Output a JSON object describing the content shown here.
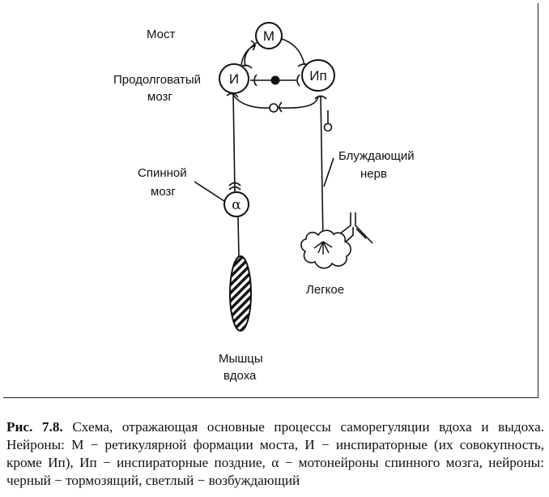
{
  "diagram": {
    "labels": {
      "pons": "Мост",
      "medulla_line1": "Продолговатый",
      "medulla_line2": "мозг",
      "spinal_line1": "Спинной",
      "spinal_line2": "мозг",
      "vagus_line1": "Блуждающий",
      "vagus_line2": "нерв",
      "lung": "Легкое",
      "muscles_line1": "Мышцы",
      "muscles_line2": "вдоха"
    },
    "nodes": {
      "m": "М",
      "i": "И",
      "ip": "Ип",
      "alpha": "α"
    }
  },
  "caption": {
    "figure_label": "Рис. 7.8.",
    "text": "Схема, отражающая основные процессы саморегуляции вдоха и выдоха. Нейроны: М − ретикулярной формации моста, И − инспираторные (их совокупность, кроме Ип), Ип − инспираторные поздние, α − мотонейроны спинного мозга, нейроны: черный − тормозящий, светлый − возбуждающий"
  }
}
